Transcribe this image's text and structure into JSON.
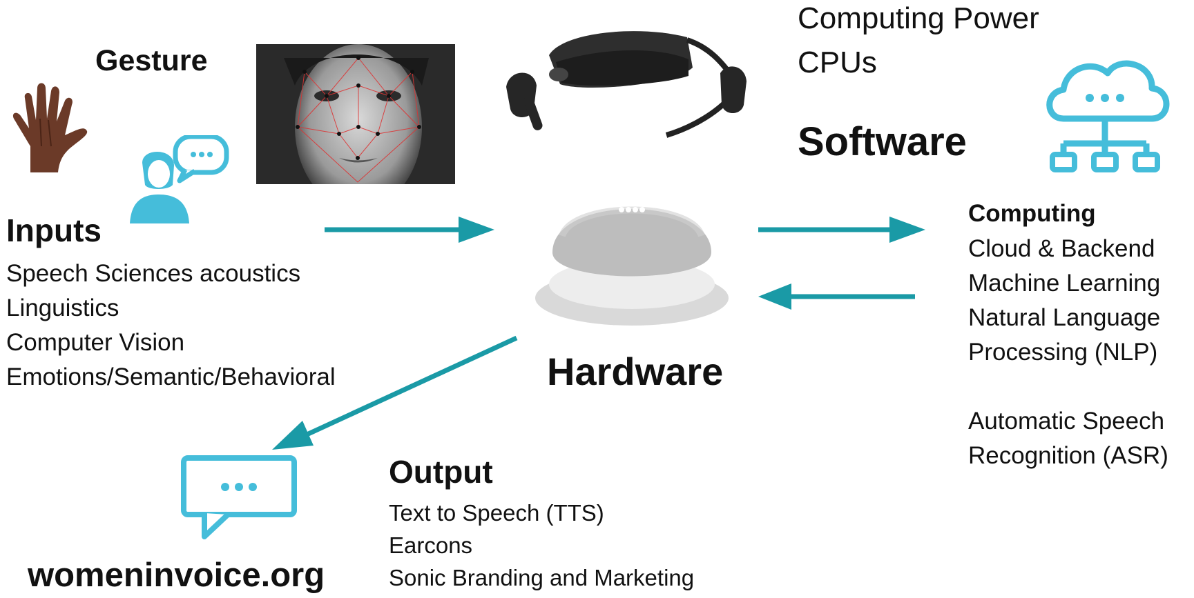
{
  "colors": {
    "arrow": "#1A9AA6",
    "icon": "#45BDDA",
    "text": "#111111"
  },
  "inputs": {
    "gesture_label": "Gesture",
    "title": "Inputs",
    "items": [
      "Speech Sciences acoustics",
      "Linguistics",
      "Computer Vision",
      "Emotions/Semantic/Behavioral"
    ]
  },
  "hardware": {
    "title": "Hardware"
  },
  "software": {
    "computing_power": "Computing Power",
    "cpus": "CPUs",
    "title": "Software"
  },
  "computing": {
    "title": "Computing",
    "items": [
      "Cloud & Backend",
      "Machine Learning",
      "Natural Language",
      "Processing (NLP)",
      "",
      "Automatic Speech",
      "Recognition (ASR)"
    ]
  },
  "output": {
    "title": "Output",
    "items": [
      "Text to Speech (TTS)",
      "Earcons",
      "Sonic Branding and Marketing"
    ]
  },
  "footer": {
    "site": "womeninvoice.org"
  },
  "icons": {
    "hand": "raised-hand-icon",
    "person_chat": "person-speech-icon",
    "face": "face-landmarks-image",
    "vr": "vr-headset-image",
    "speaker": "smart-speaker-image",
    "cloud": "cloud-network-icon",
    "chat": "chat-bubble-icon"
  }
}
